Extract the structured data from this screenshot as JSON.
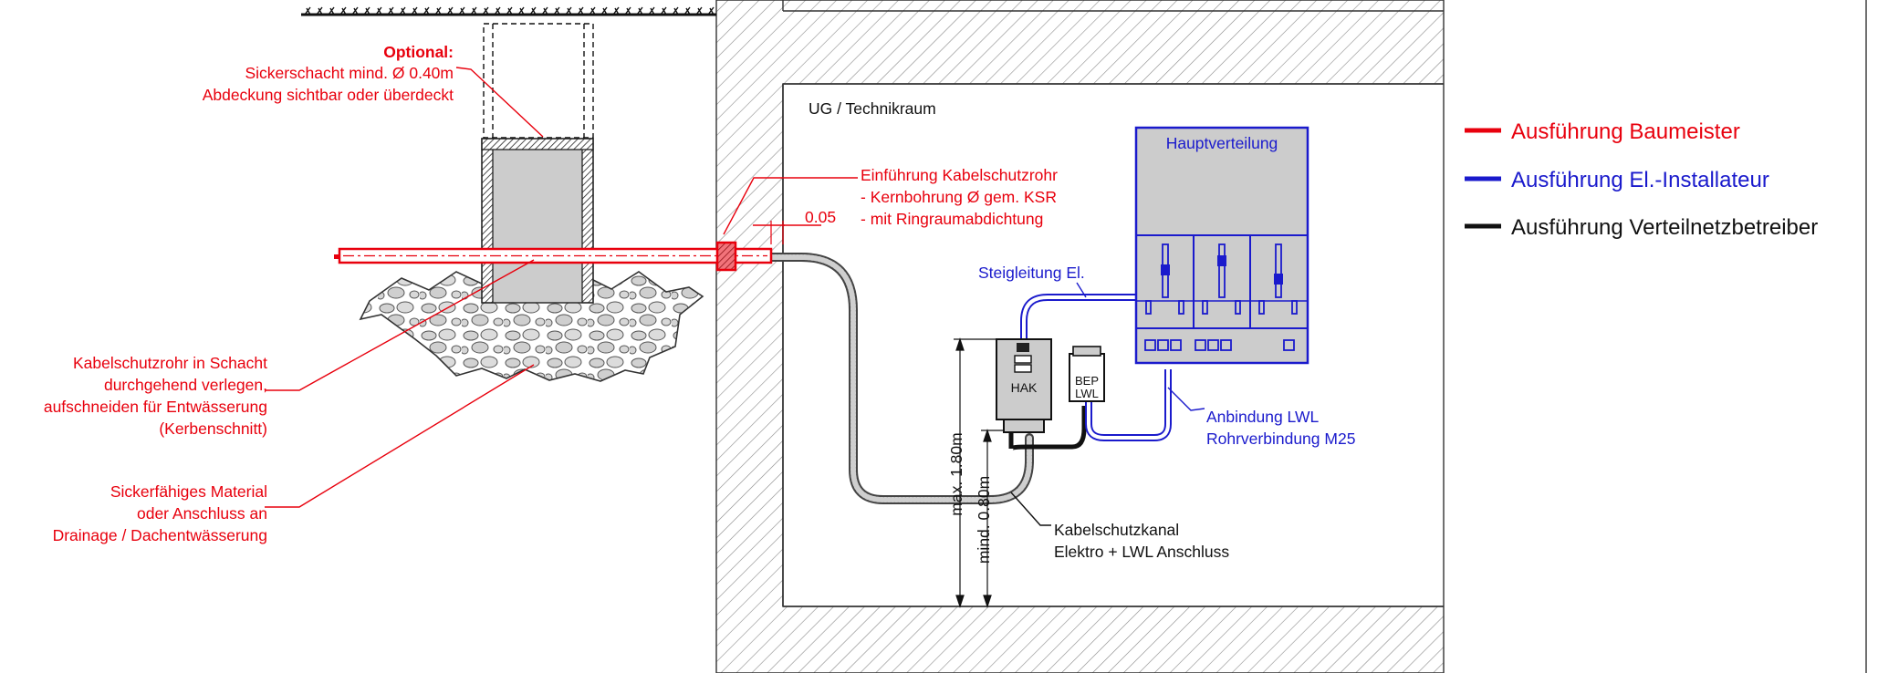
{
  "colors": {
    "builder": "#e8000d",
    "electrician": "#1a1acc",
    "network_operator": "#111111"
  },
  "room": {
    "label": "UG / Technikraum"
  },
  "optional_shaft": {
    "heading": "Optional:",
    "line1": "Sickerschacht mind. Ø 0.40m",
    "line2": "Abdeckung sichtbar oder überdeckt"
  },
  "wall_entry": {
    "line1": "Einführung Kabelschutzrohr",
    "line2": "- Kernbohrung Ø gem. KSR",
    "line3": "- mit Ringraumabdichtung",
    "dimension": "0.05"
  },
  "pipe_note": {
    "line1": "Kabelschutzrohr in Schacht",
    "line2": "durchgehend verlegen,",
    "line3": "aufschneiden für Entwässerung",
    "line4": "(Kerbenschnitt)"
  },
  "gravel_note": {
    "line1": "Sickerfähiges Material",
    "line2": "oder Anschluss an",
    "line3": "Drainage / Dachentwässerung"
  },
  "main_panel": {
    "label": "Hauptverteilung"
  },
  "riser": {
    "label": "Steigleitung El."
  },
  "hak": {
    "label": "HAK"
  },
  "bep": {
    "line1": "BEP",
    "line2": "LWL"
  },
  "fiber_link": {
    "line1": "Anbindung LWL",
    "line2": "Rohrverbindung M25"
  },
  "duct": {
    "line1": "Kabelschutzkanal",
    "line2": "Elektro + LWL Anschluss"
  },
  "dimensions": {
    "max_height": "max. 1.80m",
    "min_height": "mind. 0.80m"
  },
  "legend": [
    {
      "label": "Ausführung Baumeister",
      "color": "#e8000d"
    },
    {
      "label": "Ausführung El.-Installateur",
      "color": "#1a1acc"
    },
    {
      "label": "Ausführung Verteilnetzbetreiber",
      "color": "#111111"
    }
  ]
}
